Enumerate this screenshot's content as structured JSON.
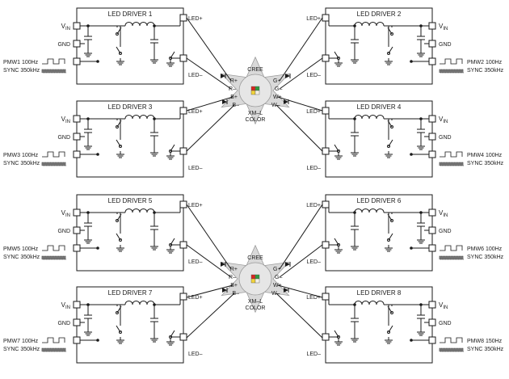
{
  "drivers": [
    {
      "id": 1,
      "title": "LED DRIVER 1",
      "side": "left",
      "pwm": "PMW1 100Hz",
      "sync": "SYNC 350kHz"
    },
    {
      "id": 2,
      "title": "LED DRIVER 2",
      "side": "right",
      "pwm": "PMW2 100Hz",
      "sync": "SYNC 350kHz"
    },
    {
      "id": 3,
      "title": "LED DRIVER 3",
      "side": "left",
      "pwm": "PMW3 100Hz",
      "sync": "SYNC 350kHz"
    },
    {
      "id": 4,
      "title": "LED DRIVER 4",
      "side": "right",
      "pwm": "PMW4 100Hz",
      "sync": "SYNC 350kHz"
    },
    {
      "id": 5,
      "title": "LED DRIVER 5",
      "side": "left",
      "pwm": "PMW5 100Hz",
      "sync": "SYNC 350kHz"
    },
    {
      "id": 6,
      "title": "LED DRIVER 6",
      "side": "right",
      "pwm": "PMW6 100Hz",
      "sync": "SYNC 350kHz"
    },
    {
      "id": 7,
      "title": "LED DRIVER 7",
      "side": "left",
      "pwm": "PMW7 100Hz",
      "sync": "SYNC 350kHz"
    },
    {
      "id": 8,
      "title": "LED DRIVER 8",
      "side": "right",
      "pwm": "PMW8 150Hz",
      "sync": "SYNC 350kHz"
    }
  ],
  "pins": {
    "vin_main": "V",
    "vin_sub": "IN",
    "gnd": "GND",
    "led_plus": "LED+",
    "led_minus": "LED–"
  },
  "led_package": {
    "brand": "CREE",
    "model_line1": "XM–L",
    "model_line2": "COLOR",
    "pads_left": [
      "R+",
      "R–",
      "B+",
      "B–"
    ],
    "pads_right": [
      "G+",
      "G–",
      "W+",
      "W–"
    ],
    "chip_colors": [
      "#d7261e",
      "#2f9a3e",
      "#f2d33a",
      "#f4f0e6"
    ]
  }
}
